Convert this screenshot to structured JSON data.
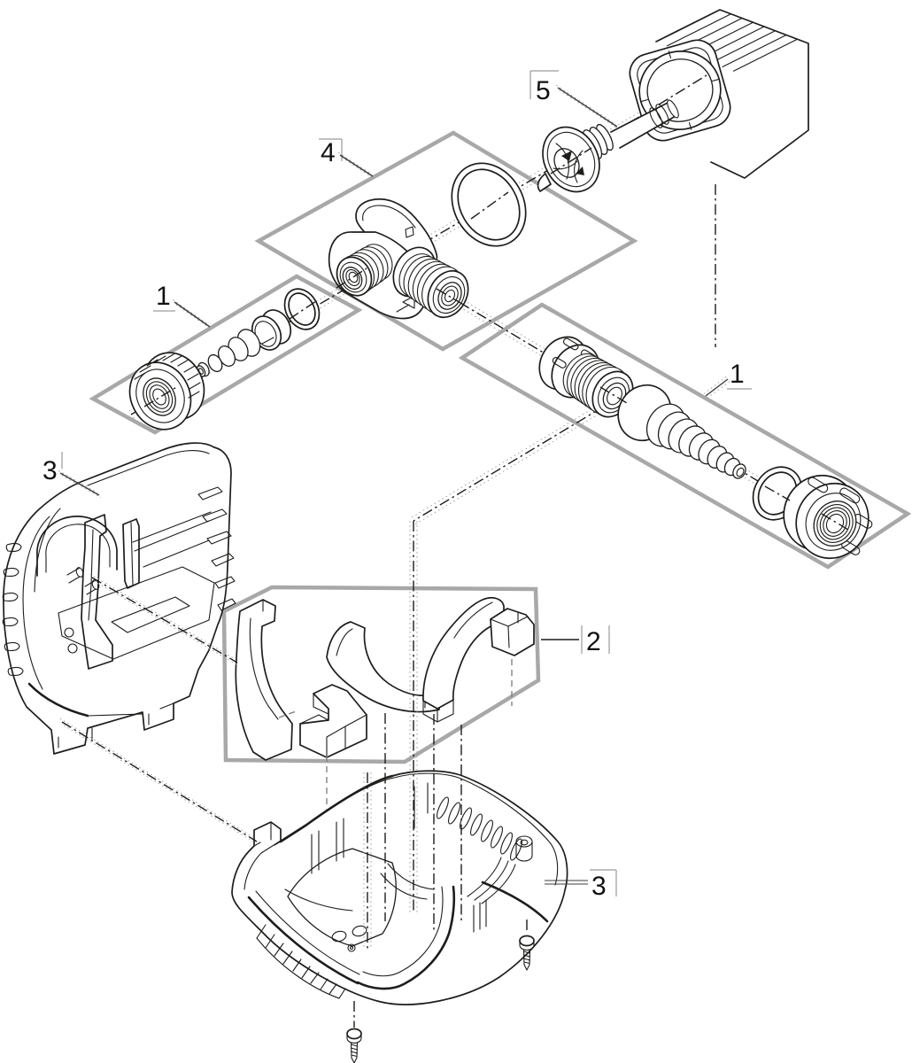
{
  "diagram": {
    "colors": {
      "background": "#ffffff",
      "line": "#1d1d1b",
      "group_border": "#a8a8a8",
      "corridor": "#9a9a9a",
      "bracket": "#9a9a9a",
      "label_text": "#111111"
    },
    "callouts": {
      "c5": {
        "label": "5"
      },
      "c4": {
        "label": "4"
      },
      "c1_left": {
        "label": "1"
      },
      "c1_right": {
        "label": "1"
      },
      "c3_top": {
        "label": "3"
      },
      "c2": {
        "label": "2"
      },
      "c3_bottom": {
        "label": "3"
      }
    }
  }
}
